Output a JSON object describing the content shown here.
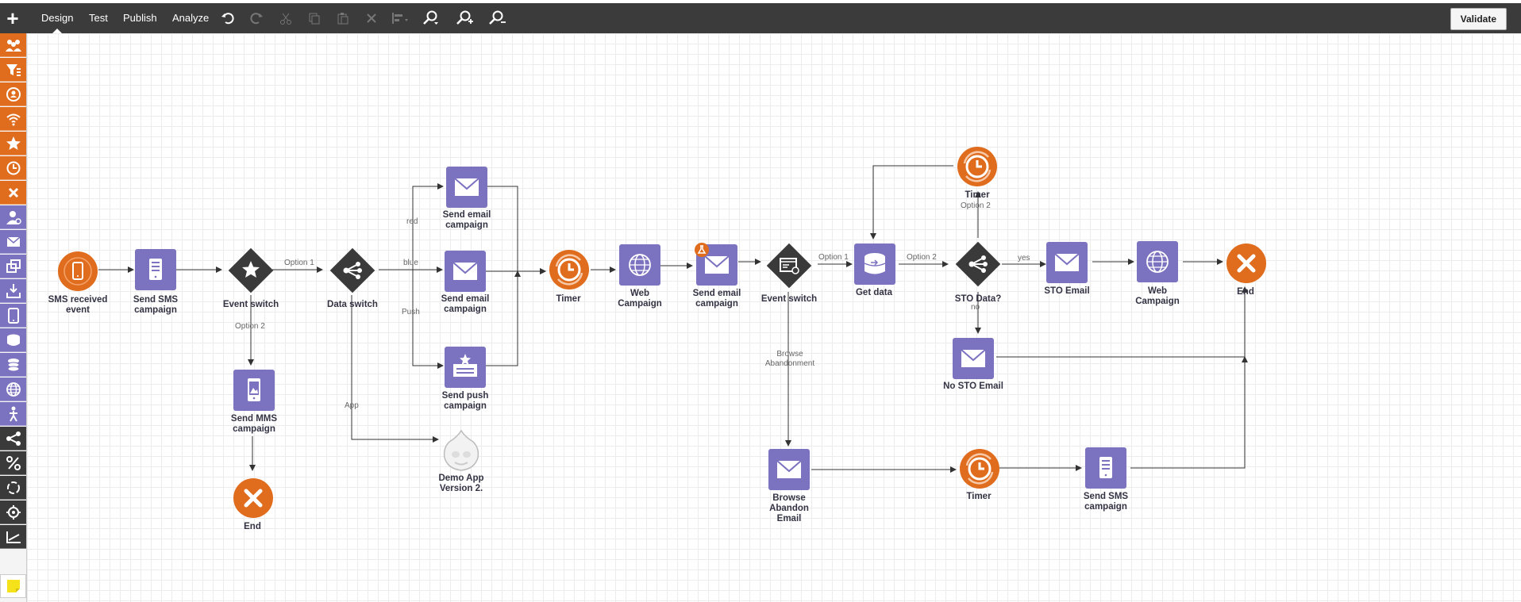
{
  "toolbar": {
    "tabs": [
      {
        "label": "Design"
      },
      {
        "label": "Test"
      },
      {
        "label": "Publish"
      },
      {
        "label": "Analyze"
      }
    ],
    "validate_label": "Validate"
  },
  "palette_colors": {
    "event": "#e06c1e",
    "activity": "#7b72c0",
    "decision": "#3a3a3a",
    "note": "#f5e21a"
  },
  "nodes": {
    "sms_received": "SMS received\nevent",
    "send_sms_1": "Send SMS\ncampaign",
    "event_switch_1": "Event switch",
    "data_switch": "Data switch",
    "send_email_red": "Send email\ncampaign",
    "send_email_blue": "Send email\ncampaign",
    "send_push": "Send push\ncampaign",
    "send_mms": "Send MMS\ncampaign",
    "end_1": "End",
    "demo_app": "Demo App\nVersion 2.",
    "timer_1": "Timer",
    "web_campaign_1": "Web\nCampaign",
    "send_email_2": "Send email\ncampaign",
    "event_switch_2": "Event switch",
    "get_data": "Get data",
    "timer_top": "Timer",
    "sto_data": "STO Data?",
    "sto_email": "STO Email",
    "web_campaign_2": "Web\nCampaign",
    "end_2": "End",
    "no_sto_email": "No STO Email",
    "browse_abandon_email": "Browse\nAbandon\nEmail",
    "timer_bottom": "Timer",
    "send_sms_2": "Send SMS\ncampaign"
  },
  "edge_labels": {
    "option1_a": "Option 1",
    "option2_a": "Option 2",
    "red": "red",
    "blue": "blue",
    "push": "Push",
    "app": "App",
    "option1_b": "Option 1",
    "option2_b": "Option 2",
    "browse": "Browse\nAbandonment",
    "option2_c": "Option 2",
    "yes": "yes",
    "no": "no"
  }
}
